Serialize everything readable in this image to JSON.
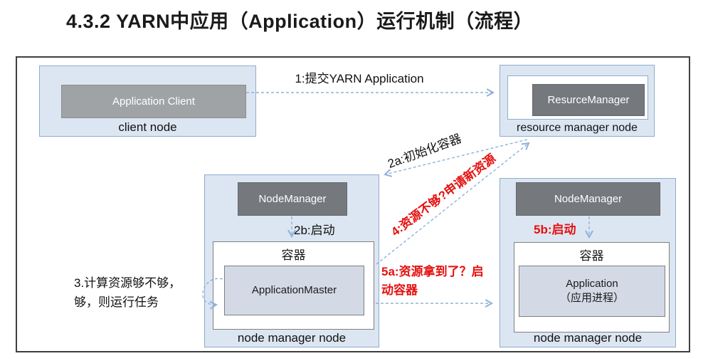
{
  "title": "4.3.2  YARN中应用（Application）运行机制（流程）",
  "colors": {
    "node_fill": "#dce6f2",
    "node_border": "#8eadce",
    "dark_gray": "#75787d",
    "mid_gray": "#a0a3a6",
    "inner_box_fill": "#d3dae6",
    "plain_border": "#7f7f7f",
    "arrow_blue": "#8fb2d9",
    "label_red": "#e60f0f",
    "outer_border": "#3f3f3f"
  },
  "nodes": {
    "client": {
      "box_label": "Application Client",
      "node_label": "client node"
    },
    "resource_manager": {
      "box_label": "ResurceManager",
      "node_label": "resource manager node"
    },
    "node_manager_left": {
      "manager_label": "NodeManager",
      "container_label": "容器",
      "process_label": "ApplicationMaster",
      "node_label": "node manager node"
    },
    "node_manager_right": {
      "manager_label": "NodeManager",
      "container_label": "容器",
      "process_label_en": "Application",
      "process_label_zh": "（应用进程）",
      "node_label": "node manager node"
    }
  },
  "labels": {
    "step1": "1:提交YARN Application",
    "step2a": "2a:初始化容器",
    "step2b": "2b:启动",
    "step3_line1": "3.计算资源够不够，",
    "step3_line2": "够，则运行任务",
    "step4": "4:资源不够?申请新资源",
    "step5a_line1": "5a:资源拿到了？启",
    "step5a_line2": "动容器",
    "step5b": "5b:启动"
  }
}
